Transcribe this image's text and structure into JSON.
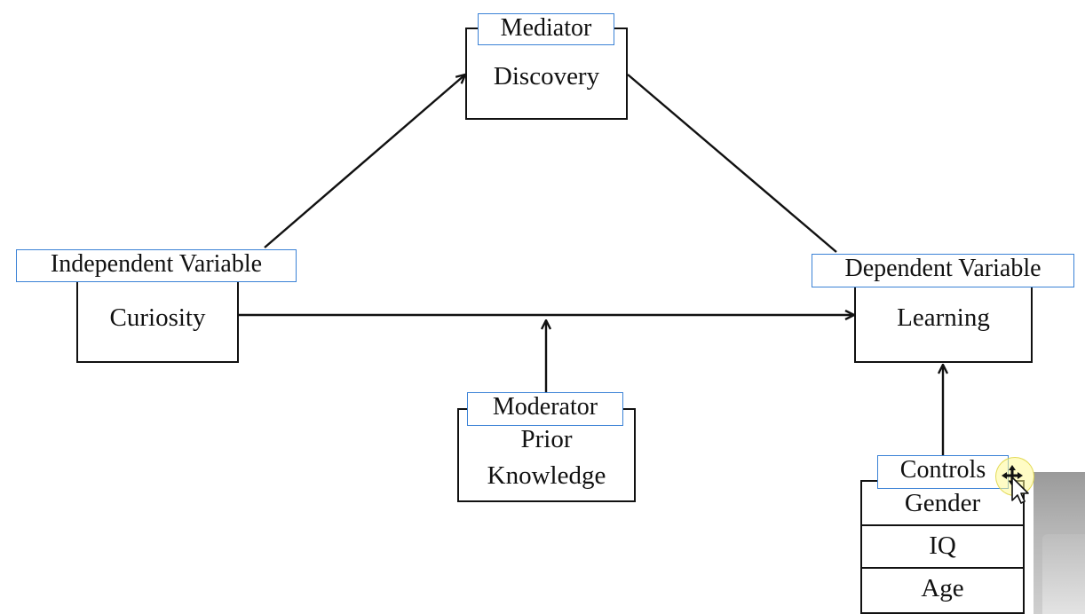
{
  "nodes": {
    "mediator": {
      "tag": "Mediator",
      "text": "Discovery"
    },
    "independent": {
      "tag": "Independent Variable",
      "text": "Curiosity"
    },
    "dependent": {
      "tag": "Dependent Variable",
      "text": "Learning"
    },
    "moderator": {
      "tag": "Moderator",
      "line1": "Prior",
      "line2": "Knowledge"
    },
    "controls": {
      "tag": "Controls",
      "items": [
        "Gender",
        "IQ",
        "Age"
      ]
    }
  },
  "colors": {
    "tag_border": "#3b82d6",
    "line": "#111111"
  },
  "icons": {
    "cursor": "move-cursor-icon"
  }
}
